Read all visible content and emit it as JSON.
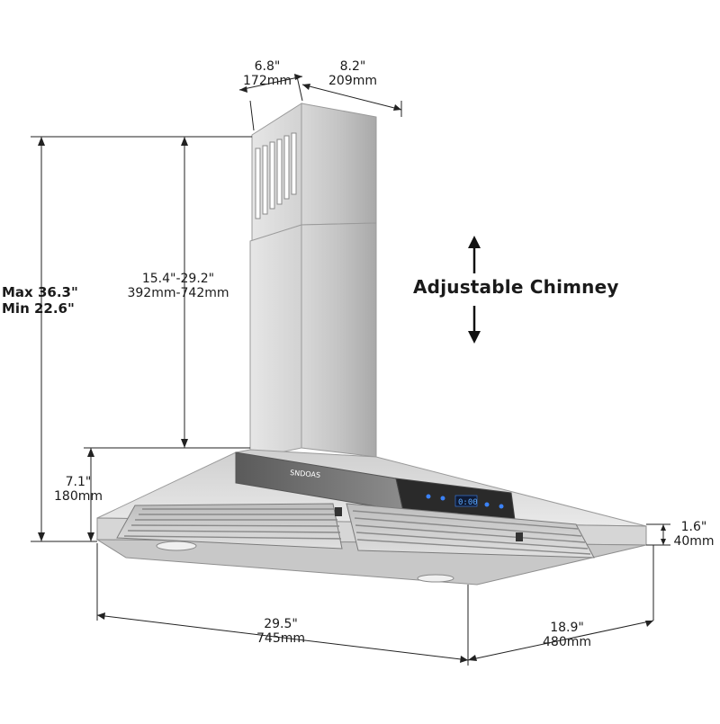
{
  "brand": "SNDOAS",
  "display": "0:00",
  "dimensions": {
    "chimney_depth_in": "6.8\"",
    "chimney_depth_mm": "172mm",
    "chimney_width_in": "8.2\"",
    "chimney_width_mm": "209mm",
    "total_height_max": "Max 36.3\"",
    "total_height_min": "Min 22.6\"",
    "chimney_range_in": "15.4\"-29.2\"",
    "chimney_range_mm": "392mm-742mm",
    "hood_height_in": "7.1\"",
    "hood_height_mm": "180mm",
    "edge_height_in": "1.6\"",
    "edge_height_mm": "40mm",
    "width_in": "29.5\"",
    "width_mm": "745mm",
    "depth_in": "18.9\"",
    "depth_mm": "480mm"
  },
  "adjustable_label": "Adjustable Chimney"
}
